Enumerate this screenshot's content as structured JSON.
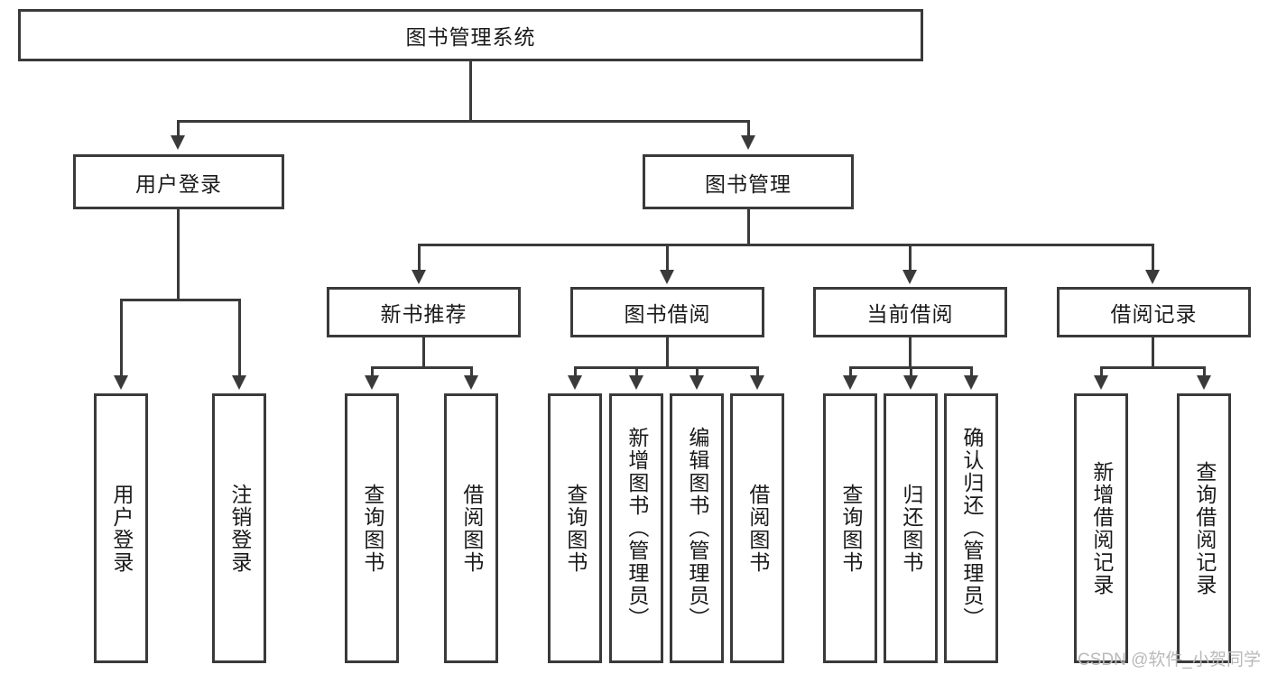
{
  "diagram": {
    "type": "hierarchy-tree",
    "title": "图书管理系统",
    "root": {
      "label": "图书管理系统",
      "level": 1
    },
    "level2": [
      {
        "label": "用户登录"
      },
      {
        "label": "图书管理"
      }
    ],
    "level3": [
      {
        "label": "新书推荐"
      },
      {
        "label": "图书借阅"
      },
      {
        "label": "当前借阅"
      },
      {
        "label": "借阅记录"
      }
    ],
    "leaves": {
      "user_login": [
        {
          "label": "用户登录"
        },
        {
          "label": "注销登录"
        }
      ],
      "new_book_recommend": [
        {
          "label": "查询图书"
        },
        {
          "label": "借阅图书"
        }
      ],
      "book_borrow": [
        {
          "label": "查询图书"
        },
        {
          "label": "新增图书（管理员）"
        },
        {
          "label": "编辑图书（管理员）"
        },
        {
          "label": "借阅图书"
        }
      ],
      "current_borrow": [
        {
          "label": "查询图书"
        },
        {
          "label": "归还图书"
        },
        {
          "label": "确认归还（管理员）"
        }
      ],
      "borrow_record": [
        {
          "label": "新增借阅记录"
        },
        {
          "label": "查询借阅记录"
        }
      ]
    }
  },
  "watermark": {
    "text": "CSDN @软件_小贺同学"
  },
  "colors": {
    "border": "#3a3a3a",
    "fill": "#ffffff",
    "text": "#1a1a1a",
    "watermark": "#b9b9b9"
  }
}
